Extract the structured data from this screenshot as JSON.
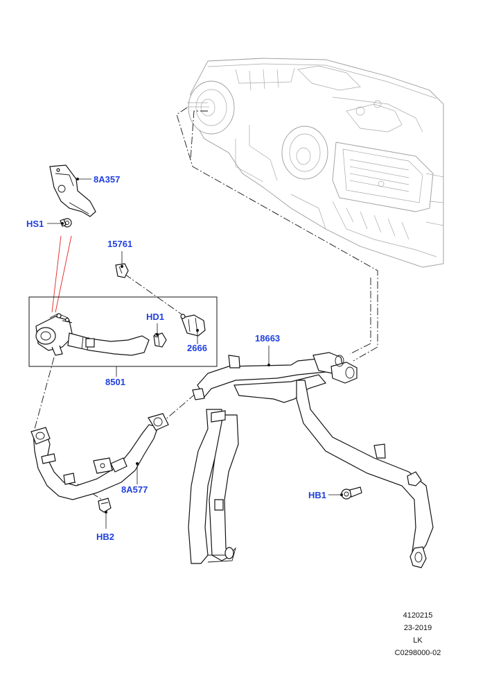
{
  "callouts": {
    "c8A357": "8A357",
    "cHS1": "HS1",
    "c15761": "15761",
    "cHD1": "HD1",
    "c2666": "2666",
    "c8501": "8501",
    "c18663": "18663",
    "c8A577": "8A577",
    "cHB1": "HB1",
    "cHB2": "HB2"
  },
  "reference": {
    "line1": "4120215",
    "line2": "23-2019",
    "line3": "LK",
    "line4": "C0298000-02"
  },
  "colors": {
    "callout": "#1f3fe0",
    "leader_highlight": "#e02020",
    "hvac_outline": "#9a9a9a"
  }
}
